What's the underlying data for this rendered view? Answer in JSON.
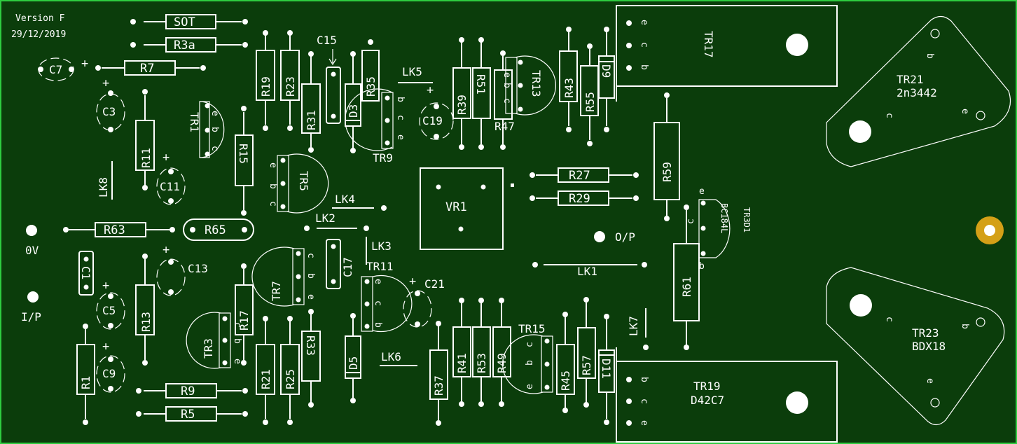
{
  "board": {
    "version": "Version F",
    "date": "29/12/2019",
    "colors": {
      "board": "#0b3d0b",
      "silk": "#ffffff",
      "mount_pad": "#d4a017",
      "mount_hole": "#ffffff"
    }
  },
  "labels": {
    "sot": "SOT",
    "r3a": "R3a",
    "r7": "R7",
    "c7": "C7",
    "c3": "C3",
    "r11": "R11",
    "tr1": "TR1",
    "r15": "R15",
    "c11": "C11",
    "lk8": "LK8",
    "r19": "R19",
    "r23": "R23",
    "r31": "R31",
    "c15": "C15",
    "r35": "R35",
    "d3": "D3",
    "tr9": "TR9",
    "lk5": "LK5",
    "c19": "C19",
    "r39": "R39",
    "r51": "R51",
    "r47": "R47",
    "tr13": "TR13",
    "r43": "R43",
    "r55": "R55",
    "d9": "D9",
    "tr17": "TR17",
    "tr21": "TR21",
    "tr21_part": "2n3442",
    "r59": "R59",
    "r27": "R27",
    "r29": "R29",
    "vr1": "VR1",
    "tr5": "TR5",
    "lk4": "LK4",
    "lk2": "LK2",
    "r63": "R63",
    "r65": "R65",
    "ov": "0V",
    "ip": "I/P",
    "c1": "C1",
    "c13": "C13",
    "c5": "C5",
    "r13": "R13",
    "tr3": "TR3",
    "r17": "R17",
    "c9": "C9",
    "r1": "R1",
    "r9": "R9",
    "r5": "R5",
    "tr7": "TR7",
    "c17": "C17",
    "lk3": "LK3",
    "tr11": "TR11",
    "c21": "C21",
    "r21": "R21",
    "r25": "R25",
    "r33": "R33",
    "d5": "D5",
    "lk6": "LK6",
    "r37": "R37",
    "r41": "R41",
    "r53": "R53",
    "r49": "R49",
    "tr15": "TR15",
    "r45": "R45",
    "r57": "R57",
    "d11": "D11",
    "lk1": "LK1",
    "op": "O/P",
    "lk7": "LK7",
    "r61": "R61",
    "tr3d1": "TR3D1",
    "bc184l": "BC184L",
    "tr19": "TR19",
    "tr19_part": "D42C7",
    "tr23": "TR23",
    "tr23_part": "BDX18"
  },
  "marks": {
    "plus": "+",
    "b": "b",
    "c": "c",
    "e": "e"
  }
}
